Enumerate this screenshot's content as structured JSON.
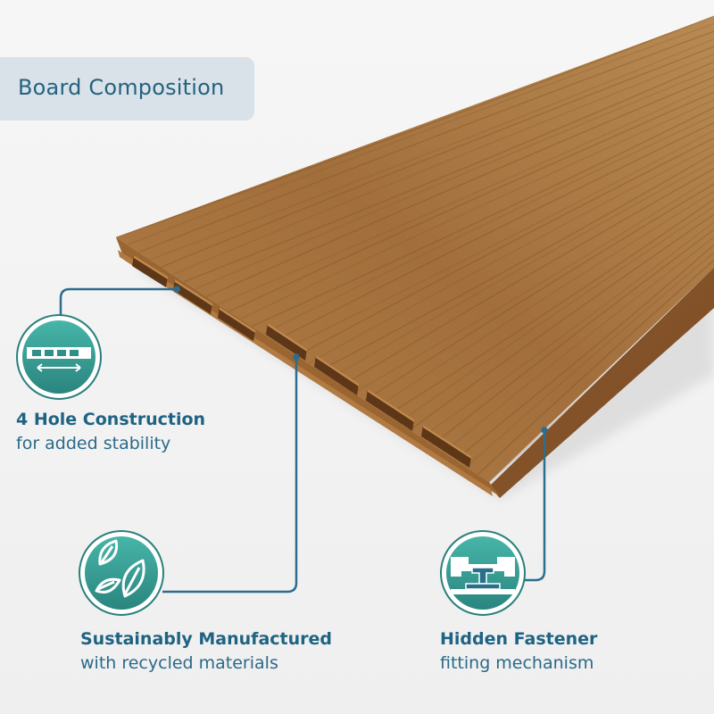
{
  "header": {
    "title": "Board Composition"
  },
  "features": [
    {
      "icon": "hole-construction-icon",
      "title": "4 Hole Construction",
      "subtitle": "for added stability"
    },
    {
      "icon": "leaves-icon",
      "title": "Sustainably Manufactured",
      "subtitle": "with recycled materials"
    },
    {
      "icon": "fastener-icon",
      "title": "Hidden Fastener",
      "subtitle": "fitting mechanism"
    }
  ],
  "colors": {
    "accent": "#24627f",
    "icon_teal": "#2e8f8c",
    "icon_teal_light": "#46b3a7",
    "connector": "#2d6d8d",
    "board": "#a8733f"
  }
}
